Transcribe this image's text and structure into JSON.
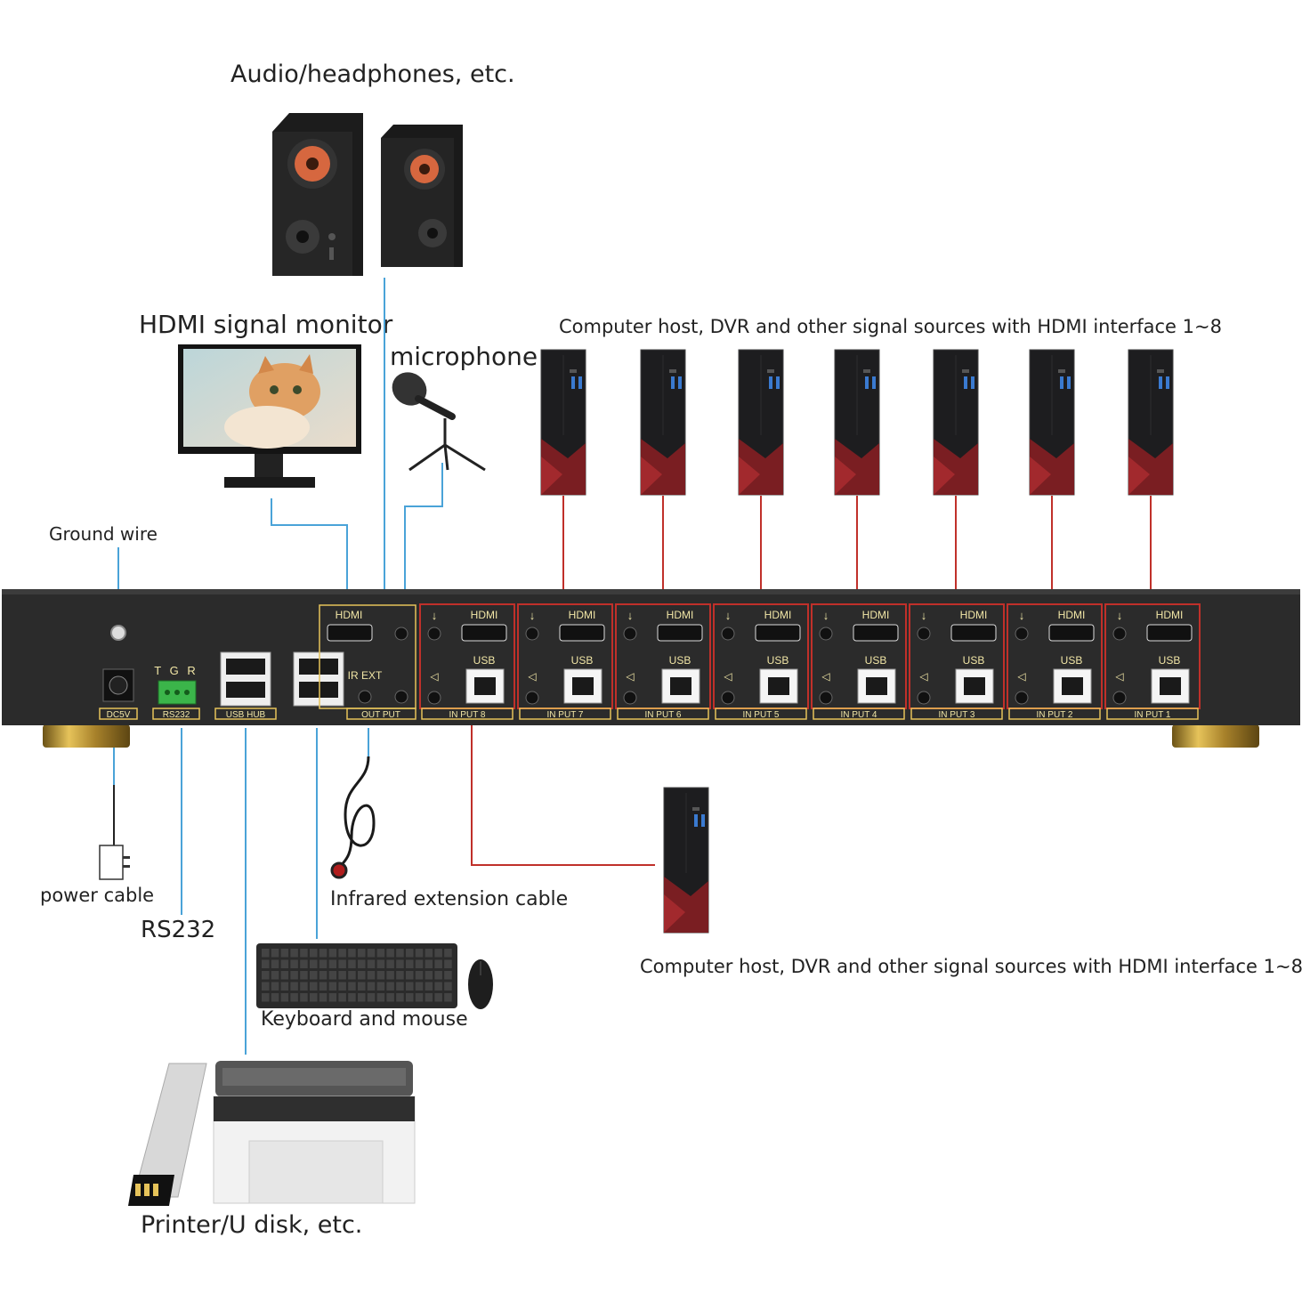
{
  "labels": {
    "audio": "Audio/headphones, etc.",
    "hdmi_monitor": "HDMI signal monitor",
    "microphone": "microphone",
    "sources_top": "Computer host, DVR and other signal sources with HDMI interface 1~8",
    "ground_wire": "Ground wire",
    "power_cable": "power cable",
    "rs232": "RS232",
    "ir_cable": "Infrared extension cable",
    "sources_bottom": "Computer host, DVR and other signal sources with HDMI interface 1~8",
    "keyboard_mouse": "Keyboard and mouse",
    "printer": "Printer/U disk, etc."
  },
  "panel": {
    "dc": "DC5V",
    "rs232_pins": "T G R",
    "rs232": "RS232",
    "usb_hub": "USB HUB",
    "ir_ext": "IR EXT",
    "output": "OUT PUT",
    "hdmi": "HDMI",
    "usb": "USB",
    "inputs": [
      "IN PUT 8",
      "IN PUT 7",
      "IN PUT 6",
      "IN PUT 5",
      "IN PUT 4",
      "IN PUT 3",
      "IN PUT 2",
      "IN PUT 1"
    ]
  },
  "colors": {
    "wire_blue": "#4aa3d8",
    "wire_red": "#c0302a",
    "panel": "#2b2b2b",
    "label_gold": "#f1e6a6"
  }
}
